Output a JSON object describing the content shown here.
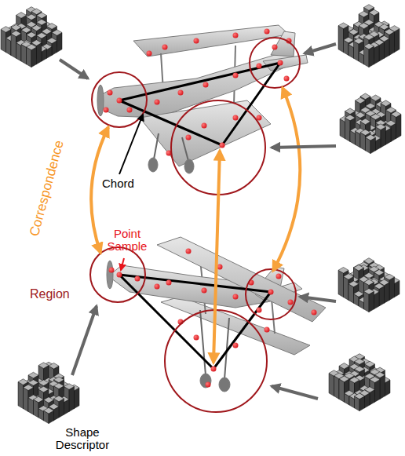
{
  "diagram": {
    "labels": [
      "Correspondence",
      "Chord",
      "Point Sample",
      "Region",
      "Shape Descriptor"
    ]
  }
}
